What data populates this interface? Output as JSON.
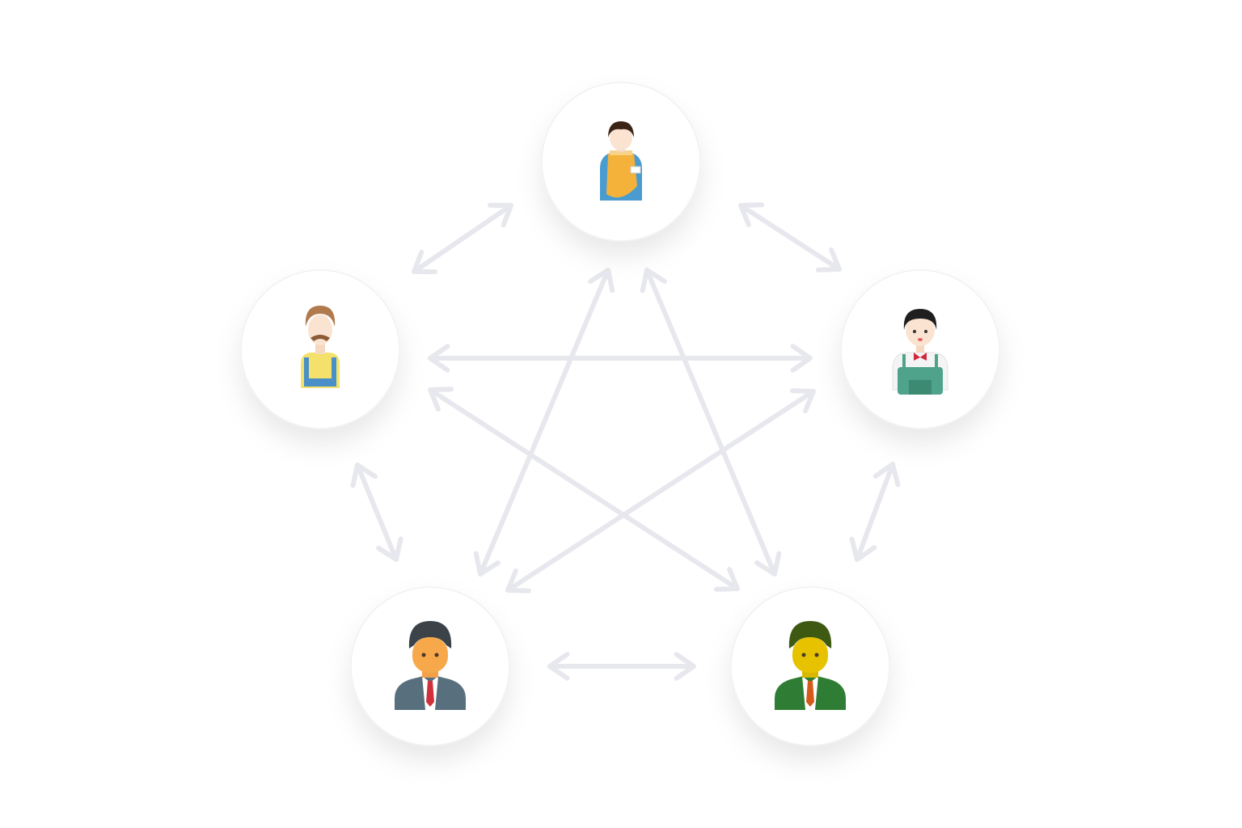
{
  "diagram": {
    "type": "peer-network",
    "colors": {
      "background": "#ffffff",
      "arrow": "#e7e7ee",
      "node_fill": "#ffffff"
    },
    "nodes": [
      {
        "id": "top",
        "icon": "shop-worker-avatar-icon"
      },
      {
        "id": "left",
        "icon": "farmer-avatar-icon"
      },
      {
        "id": "right",
        "icon": "waiter-avatar-icon"
      },
      {
        "id": "bottom-left",
        "icon": "businessman-avatar-icon"
      },
      {
        "id": "bottom-right",
        "icon": "businessman-green-avatar-icon"
      }
    ],
    "connections": [
      {
        "from": "left",
        "to": "top",
        "direction": "both"
      },
      {
        "from": "top",
        "to": "right",
        "direction": "both"
      },
      {
        "from": "left",
        "to": "right",
        "direction": "both"
      },
      {
        "from": "left",
        "to": "bottom-left",
        "direction": "both"
      },
      {
        "from": "right",
        "to": "bottom-right",
        "direction": "both"
      },
      {
        "from": "bottom-left",
        "to": "bottom-right",
        "direction": "both"
      },
      {
        "from": "top",
        "to": "bottom-left",
        "direction": "both"
      },
      {
        "from": "top",
        "to": "bottom-right",
        "direction": "both"
      },
      {
        "from": "left",
        "to": "bottom-right",
        "direction": "both"
      },
      {
        "from": "right",
        "to": "bottom-left",
        "direction": "both"
      }
    ]
  }
}
